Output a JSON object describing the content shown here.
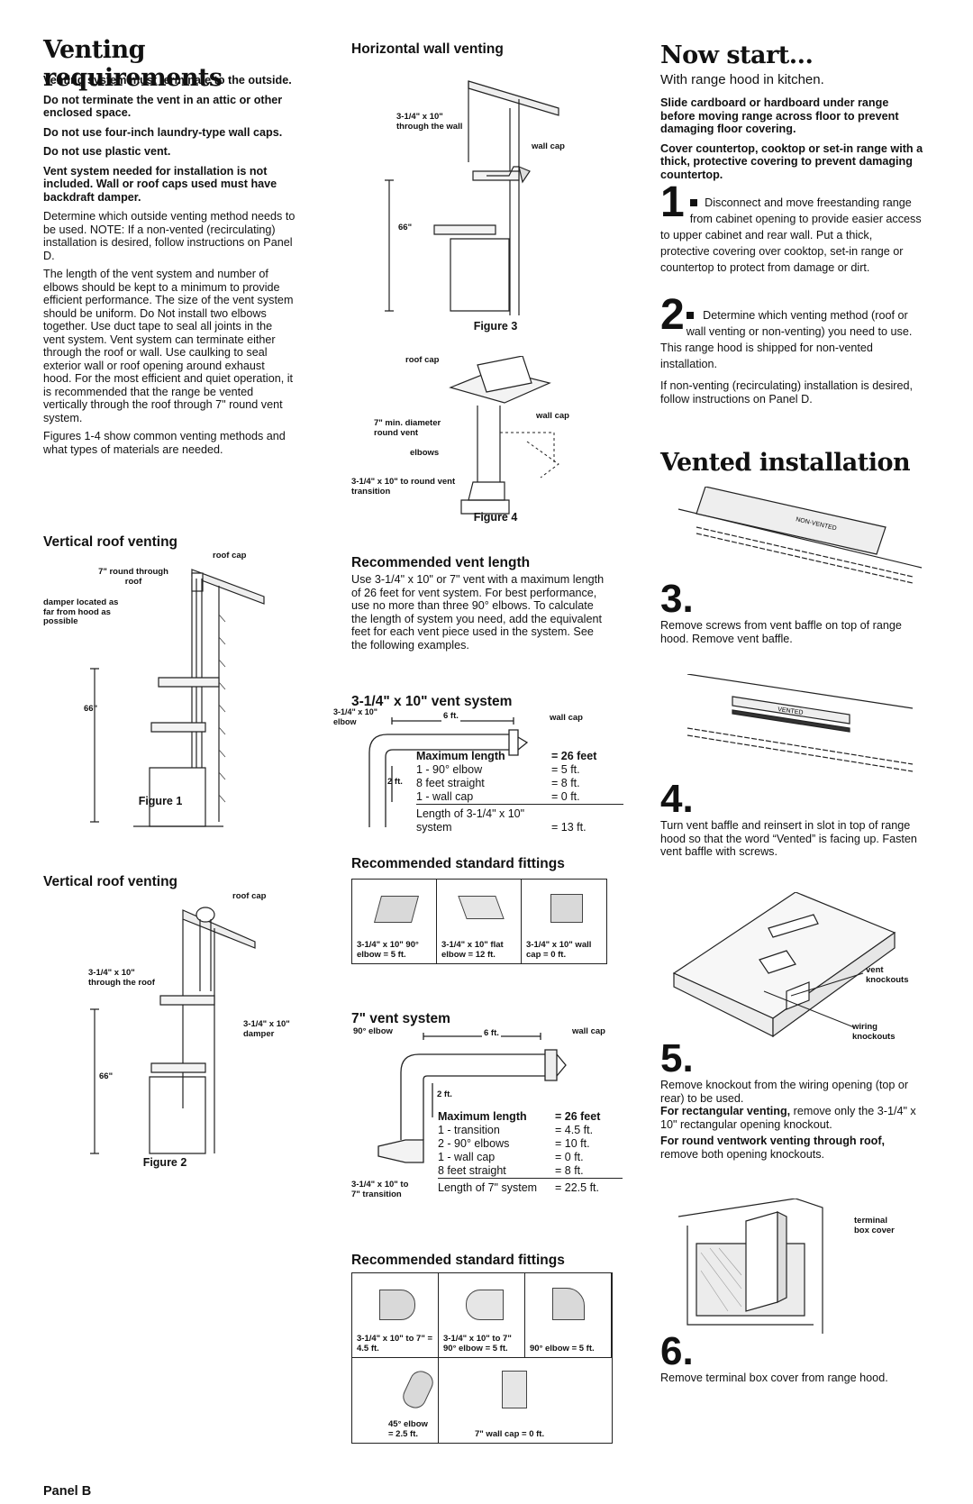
{
  "left": {
    "title": "Venting requirements",
    "bold_items": [
      "Venting system must terminate to the outside.",
      "Do not terminate the vent in an attic or other enclosed space.",
      "Do not use four-inch laundry-type wall caps.",
      "Do not use plastic vent.",
      "Vent system needed for installation is not included. Wall or roof caps used must have backdraft damper."
    ],
    "paragraphs": [
      "Determine which outside venting method needs to be used. NOTE: If a non-vented (recirculating) installation is desired, follow instructions on Panel D.",
      "The length of the vent system and number of elbows should be kept to a minimum to provide efficient performance. The size of the vent system should be uniform. Do Not install two elbows together. Use duct tape to seal all joints in the vent system. Vent system can terminate either through the roof or wall. Use caulking to seal exterior wall or roof opening around exhaust hood. For the most efficient and quiet operation, it is recommended that the range be vented vertically through the roof through 7\" round vent system.",
      "Figures 1-4 show common venting methods and what types of materials are needed."
    ],
    "fig1": {
      "heading": "Vertical roof venting",
      "roof_cap": "roof cap",
      "round_vent": "7\" round through roof",
      "damper": "damper located as far from hood as possible",
      "height": "66\"",
      "caption": "Figure 1"
    },
    "fig2": {
      "heading": "Vertical roof venting",
      "roof_cap": "roof cap",
      "through_roof": "3-1/4\" x 10\" through the roof",
      "damper": "3-1/4\" x 10\" damper",
      "height": "66\"",
      "caption": "Figure 2"
    },
    "footer": "Panel B"
  },
  "middle": {
    "fig3": {
      "heading": "Horizontal wall venting",
      "through_wall": "3-1/4\" x 10\" through the wall",
      "wall_cap": "wall cap",
      "height": "66\"",
      "caption": "Figure 3"
    },
    "fig4": {
      "roof_cap": "roof cap",
      "wall_cap": "wall cap",
      "diameter": "7\" min. diameter round vent",
      "elbows": "elbows",
      "transition": "3-1/4\" x 10\" to round vent transition",
      "caption": "Figure 4"
    },
    "recommended": {
      "heading": "Recommended vent length",
      "text": "Use 3-1/4\" x 10\" or 7\" vent with a maximum length of 26 feet for vent system. For best performance, use no more than three 90° elbows. To calculate the length of system you need, add the equivalent feet for each vent piece used in the system. See the following examples."
    },
    "system1": {
      "heading": "3-1/4\" x 10\" vent system",
      "elbow_label": "3-1/4\" x 10\" elbow",
      "six_ft": "6 ft.",
      "wall_cap": "wall cap",
      "two_ft": "2 ft.",
      "max_label": "Maximum length",
      "max_value": "= 26 feet",
      "rows": [
        {
          "item": "1 - 90° elbow",
          "value": "=  5  ft."
        },
        {
          "item": "8 feet straight",
          "value": "=  8  ft."
        },
        {
          "item": "1 - wall cap",
          "value": "=  0  ft."
        }
      ],
      "total_label": "Length of 3-1/4\" x 10\" system",
      "total_value": "= 13  ft."
    },
    "fittings1": {
      "heading": "Recommended standard fittings",
      "items": [
        "3-1/4\" x 10\" 90° elbow = 5 ft.",
        "3-1/4\" x 10\" flat elbow = 12 ft.",
        "3-1/4\" x 10\" wall cap = 0 ft."
      ]
    },
    "system2": {
      "heading": "7\" vent system",
      "elbow_label": "90° elbow",
      "six_ft": "6 ft.",
      "wall_cap": "wall cap",
      "two_ft": "2 ft.",
      "transition": "3-1/4\" x 10\" to 7\" transition",
      "max_label": "Maximum length",
      "max_value": "= 26 feet",
      "rows": [
        {
          "item": "1 - transition",
          "value": "=  4.5 ft."
        },
        {
          "item": "2 - 90° elbows",
          "value": "= 10   ft."
        },
        {
          "item": "1 - wall cap",
          "value": "=  0   ft."
        },
        {
          "item": "8 feet straight",
          "value": "=  8   ft."
        }
      ],
      "total_label": "Length of 7\" system",
      "total_value": "= 22.5 ft."
    },
    "fittings2": {
      "heading": "Recommended standard fittings",
      "items": [
        "3-1/4\" x 10\" to 7\" = 4.5 ft.",
        "3-1/4\" x 10\" to 7\" 90° elbow = 5 ft.",
        "90° elbow = 5 ft.",
        "45° elbow = 2.5 ft.",
        "7\" wall cap = 0 ft."
      ]
    }
  },
  "right": {
    "title": "Now start...",
    "subtitle": "With range hood in kitchen.",
    "bold_items": [
      "Slide cardboard or hardboard under range before moving range across floor to prevent damaging floor covering.",
      "Cover countertop, cooktop or set-in range with a thick, protective covering to prevent damaging countertop."
    ],
    "step1": {
      "num": "1",
      "text": "Disconnect and move freestanding range from cabinet opening to provide easier access to upper cabinet and rear wall. Put a thick, protective covering over cooktop, set-in range or countertop to protect from damage or dirt."
    },
    "step2": {
      "num": "2",
      "text": "Determine which venting method (roof or wall venting or non-venting) you need to use. This range hood is shipped for non-vented installation.",
      "extra": "If non-venting (recirculating) installation is desired, follow instructions on Panel D."
    },
    "vented_title": "Vented installation",
    "baffle1_text": "NON-VENTED",
    "baffle2_text": "VENTED",
    "step3": {
      "num": "3.",
      "text": "Remove screws from vent baffle on top of range hood. Remove vent baffle."
    },
    "step4": {
      "num": "4.",
      "text": "Turn vent baffle and reinsert in slot in top of range hood so that the word “Vented” is facing up. Fasten vent baffle with screws."
    },
    "step5": {
      "num": "5.",
      "vent_knockouts": "vent knockouts",
      "wiring_knockouts": "wiring knockouts",
      "text": "Remove knockout from the wiring opening (top or rear) to be used.",
      "rect_bold": "For rectangular venting,",
      "rect_text": " remove only the 3-1/4\" x 10\" rectangular opening knockout.",
      "round_bold": "For round ventwork venting through roof,",
      "round_text": " remove both opening knockouts."
    },
    "step6": {
      "num": "6.",
      "terminal": "terminal box cover",
      "text": "Remove terminal box cover from range hood."
    }
  }
}
